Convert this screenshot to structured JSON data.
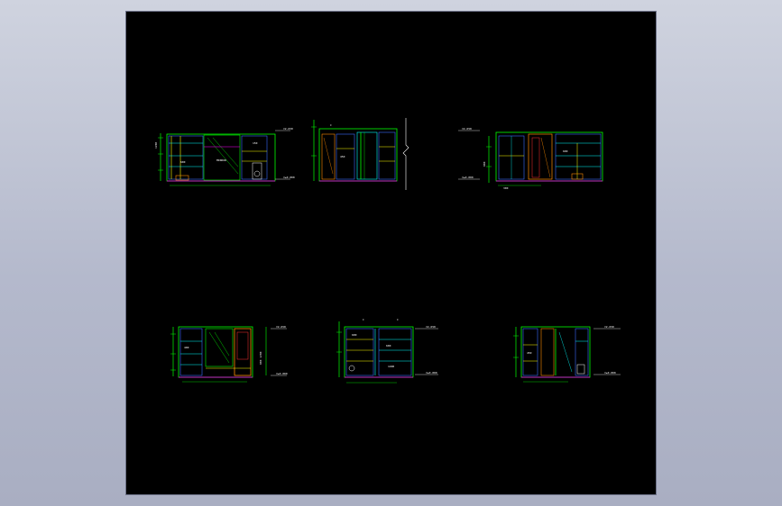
{
  "viewer": {
    "background_top": "#cfd3df",
    "background_bottom": "#a9aec2",
    "sheet_color": "#000000"
  },
  "drawing": {
    "type": "CAD elevation drawings",
    "palette": {
      "green": "#00ff00",
      "yellow": "#ffff00",
      "cyan": "#00ffff",
      "blue": "#3a6bff",
      "magenta": "#ff00ff",
      "white": "#ffffff",
      "orange": "#ff8c00",
      "red": "#ff3030"
    },
    "views": [
      {
        "id": "elevation-1"
      },
      {
        "id": "elevation-2"
      },
      {
        "id": "elevation-3"
      },
      {
        "id": "elevation-4"
      },
      {
        "id": "elevation-5"
      },
      {
        "id": "elevation-6"
      }
    ]
  }
}
